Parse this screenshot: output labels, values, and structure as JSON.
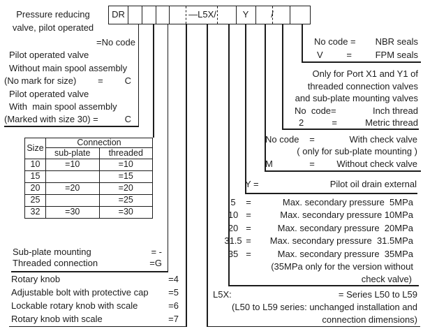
{
  "colors": {
    "ink": "#1c1c1c",
    "background": "#ffffff"
  },
  "product_label": {
    "line1": "Pressure reducing",
    "line2": "valve, pilot operated"
  },
  "model_code": {
    "prefix": "DR",
    "series_field": "—L5X/",
    "drain_field": "Y",
    "thread_field": "/"
  },
  "spool_block": {
    "no_code": "=No code",
    "opt1_line1": "Pilot operated valve",
    "opt1_line2": "Without main spool assembly",
    "opt1_label": "(No mark for size)",
    "opt1_eq": "=",
    "opt1_code": "C",
    "opt2_line1": "Pilot operated valve",
    "opt2_line2": "With  main spool assembly",
    "opt2_label": "(Marked with size 30) =",
    "opt2_code": "C"
  },
  "size_table": {
    "size_header": "Size",
    "connection_header": "Connection",
    "sub_plate_header": "sub-plate",
    "threaded_header": "threaded",
    "rows": [
      {
        "size": "10",
        "sub_plate": "=10",
        "threaded": "=10"
      },
      {
        "size": "15",
        "sub_plate": "",
        "threaded": "=15"
      },
      {
        "size": "20",
        "sub_plate": "=20",
        "threaded": "=20"
      },
      {
        "size": "25",
        "sub_plate": "",
        "threaded": "=25"
      },
      {
        "size": "32",
        "sub_plate": "=30",
        "threaded": "=30"
      }
    ]
  },
  "mounting_block": {
    "rows": [
      {
        "label": "Sub-plate mounting",
        "code": "= -"
      },
      {
        "label": "Threaded connection",
        "code": "=G"
      }
    ]
  },
  "adjustment_block": {
    "rows": [
      {
        "label": "Rotary knob",
        "code": "=4"
      },
      {
        "label": "Adjustable bolt with protective cap",
        "code": "=5"
      },
      {
        "label": "Lockable rotary knob with scale",
        "code": "=6"
      },
      {
        "label": "Rotary knob with scale",
        "code": "=7"
      }
    ]
  },
  "series_block": {
    "code": "L5X:",
    "value": "= Series L50 to L59",
    "note_line1": "(L50 to L59 series: unchanged installation and",
    "note_line2": "connection dimensions)"
  },
  "pressure_block": {
    "rows": [
      {
        "code": "5",
        "eq": "=",
        "desc": "Max. secondary pressure  5MPa"
      },
      {
        "code": "10",
        "eq": "=",
        "desc": "Max. secondary pressure 10MPa"
      },
      {
        "code": "20",
        "eq": "=",
        "desc": "Max. secondary pressure  20MPa"
      },
      {
        "code": "31.5",
        "eq": "=",
        "desc": "Max. secondary pressure  31.5MPa"
      },
      {
        "code": "35",
        "eq": "=",
        "desc": "Max. secondary pressure  35MPa"
      }
    ],
    "note_line1": "(35MPa only for the version without",
    "note_line2": "check valve)"
  },
  "drain_block": {
    "code": "Y =",
    "desc": "Pilot oil drain external"
  },
  "check_valve_block": {
    "row1": {
      "code": "No code",
      "eq": "=",
      "desc": "With check valve"
    },
    "note": "( only for sub-plate mounting )",
    "row2": {
      "code": "M",
      "eq": "=",
      "desc": "Without check valve"
    }
  },
  "thread_block": {
    "note_line1": "Only for Port X1 and Y1 of",
    "note_line2": "threaded connection valves",
    "note_line3": "and sub-plate mounting valves",
    "row1": {
      "code": "No  code=",
      "desc": "Inch thread"
    },
    "row2": {
      "code": "2",
      "eq": "=",
      "desc": "Metric thread"
    }
  },
  "seals_block": {
    "row1": {
      "code": "No code =",
      "desc": "NBR seals"
    },
    "row2": {
      "code": "V",
      "eq": "=",
      "desc": "FPM seals"
    }
  }
}
